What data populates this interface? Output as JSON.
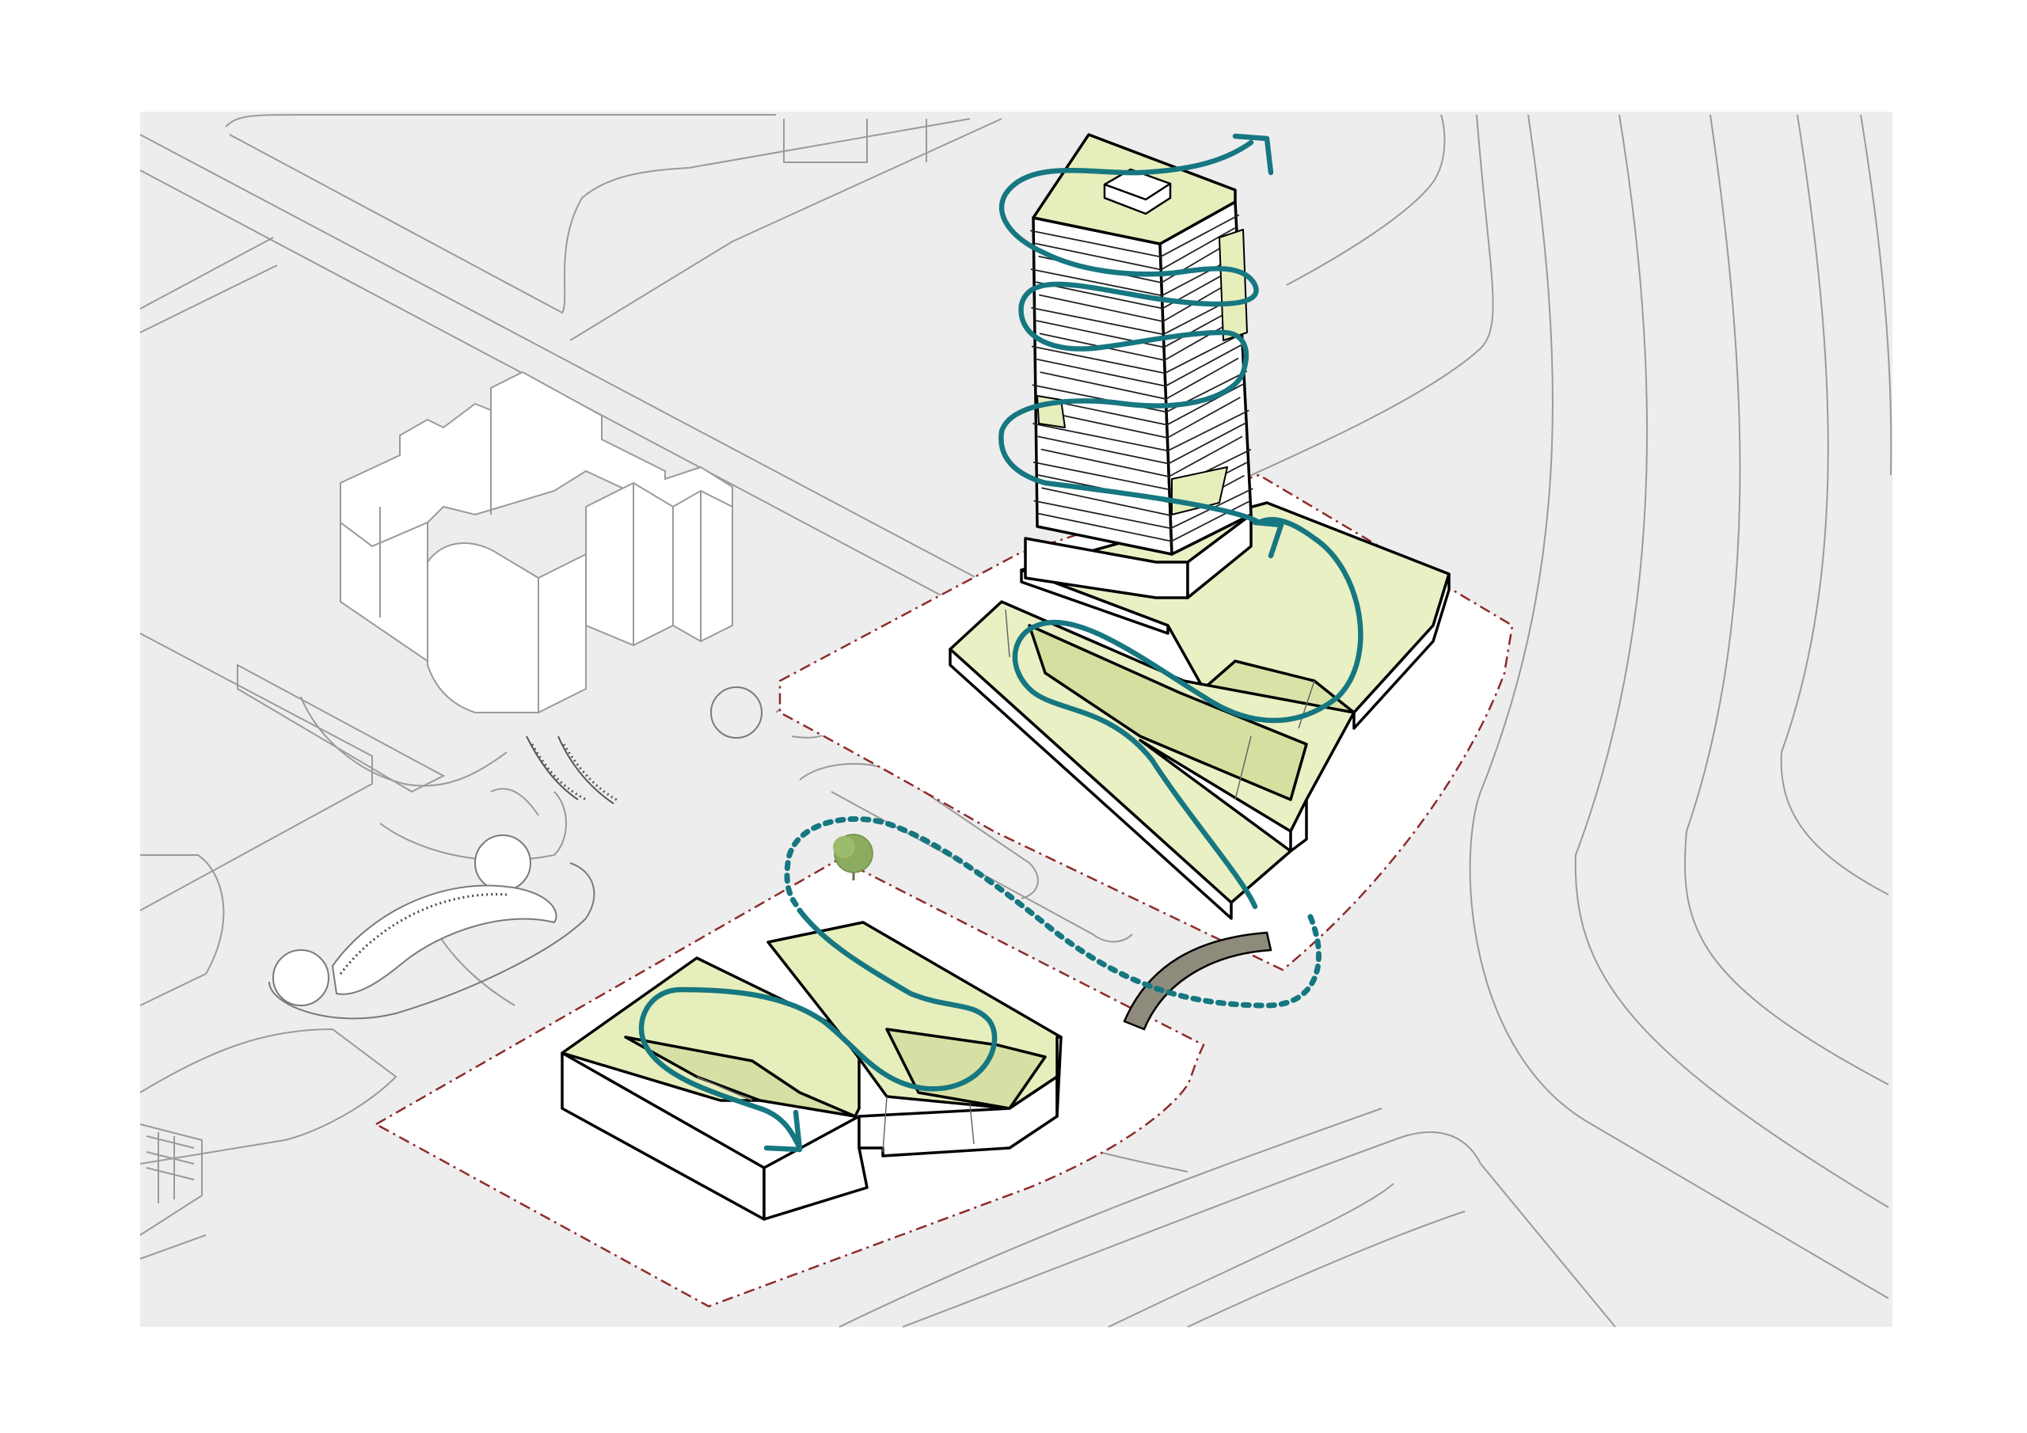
{
  "diagram": {
    "kind": "isometric-site-circulation-diagram",
    "text_labels": [],
    "colors": {
      "page": "#ffffff",
      "site_plan": "#ededed",
      "road_line": "#9a9a9a",
      "building_fill": "#ffffff",
      "outline": "#000000",
      "roof_green": "#e6eebc",
      "roof_green_dark": "#d6e0a4",
      "tree": "#8cab5e",
      "flow_arrow": "#167781",
      "site_boundary": "#8e2a2a",
      "bridge": "#8e8a7c"
    },
    "elements": [
      {
        "name": "existing-building",
        "style": "grey-outline"
      },
      {
        "name": "tower",
        "floors": 24,
        "style": "black-outline"
      },
      {
        "name": "tower-podium",
        "style": "green-roof"
      },
      {
        "name": "lower-block",
        "style": "green-roof"
      },
      {
        "name": "tree",
        "style": "green"
      },
      {
        "name": "bridge",
        "style": "brown-grey"
      }
    ],
    "flows": [
      {
        "name": "tower-spiral-flow",
        "style": "solid",
        "ends_with": "arrow"
      },
      {
        "name": "podium-flow",
        "style": "solid",
        "ends_with": "arrow"
      },
      {
        "name": "connection-loop",
        "style": "dotted"
      },
      {
        "name": "lower-block-flow",
        "style": "solid",
        "ends_with": "arrow"
      }
    ],
    "site_boundaries": [
      {
        "name": "tower-site-boundary",
        "style": "dash-dot"
      },
      {
        "name": "lower-site-boundary",
        "style": "dash-dot"
      }
    ]
  }
}
